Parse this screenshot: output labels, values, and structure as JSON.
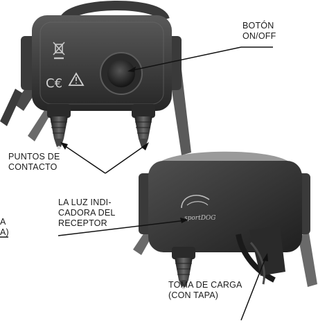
{
  "labels": {
    "power_button": [
      "BOTÓN",
      "ON/OFF"
    ],
    "contact_points": [
      "PUNTOS DE",
      "CONTACTO"
    ],
    "receiver_light": [
      "LA LUZ INDI-",
      "CADORA DEL",
      "RECEPTOR"
    ],
    "charging_port": [
      "TOMA DE CARGA",
      "(CON TAPA)"
    ],
    "clipped_left": [
      "A",
      "A)"
    ]
  },
  "logo_text": "sportDOG",
  "colors": {
    "device_dark": "#2e2e2e",
    "device_mid": "#4a4a4a",
    "strap_gray": "#8a8a8a",
    "leader_line": "#111111"
  }
}
